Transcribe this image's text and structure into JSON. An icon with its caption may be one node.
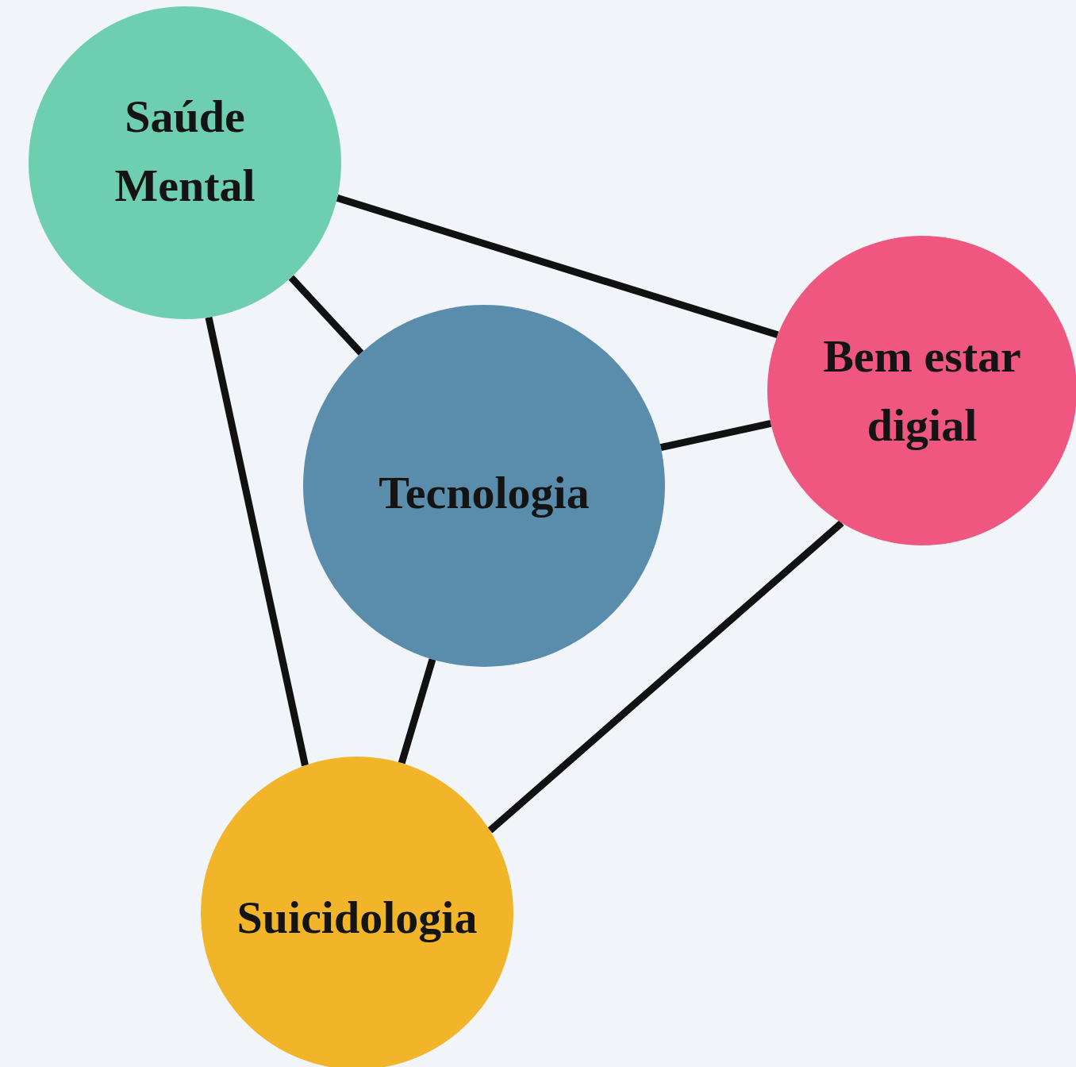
{
  "diagram": {
    "nodes": [
      {
        "text": [
          "Saúde Mental"
        ]
      },
      {
        "text": [
          "Bem estar digial"
        ]
      },
      {
        "text": [
          "Tecnologia"
        ]
      },
      {
        "text": [
          "Suicidologia"
        ]
      }
    ],
    "edges": [
      {
        "from": 0,
        "to": 1,
        "arrow": "none"
      },
      {
        "from": 0,
        "to": 2,
        "arrow": "none"
      },
      {
        "from": 0,
        "to": 3,
        "arrow": "none"
      },
      {
        "from": 2,
        "to": 1,
        "arrow": "none"
      },
      {
        "from": 1,
        "to": 3,
        "arrow": "none"
      },
      {
        "from": 2,
        "to": 3,
        "arrow": "none"
      }
    ]
  }
}
